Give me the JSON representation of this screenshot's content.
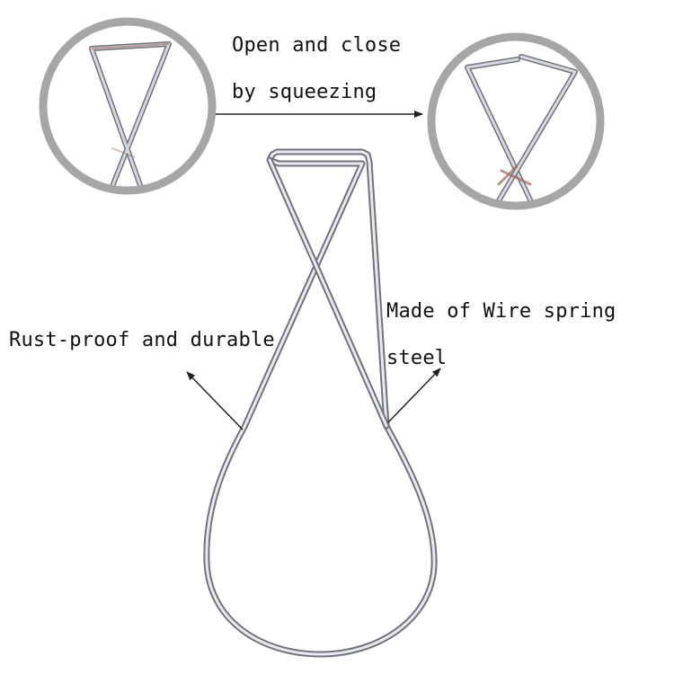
{
  "annotations": {
    "squeeze_line1": "Open and close",
    "squeeze_line2": "by squeezing",
    "rust": "Rust-proof and durable",
    "material_line1": "Made of Wire spring",
    "material_line2": "steel"
  },
  "colors": {
    "background": "#ffffff",
    "text": "#111111",
    "circle_border": "#a6a6a6",
    "wire_light": "#e9e9ee",
    "wire_mid": "#b9bcc4",
    "wire_dark": "#6f737c",
    "copper_tint": "#9a6a62"
  },
  "icons": {
    "closed_detail": "clip-closed-detail-icon",
    "open_detail": "clip-open-detail-icon",
    "main": "ceiling-hanger-clip-icon"
  }
}
